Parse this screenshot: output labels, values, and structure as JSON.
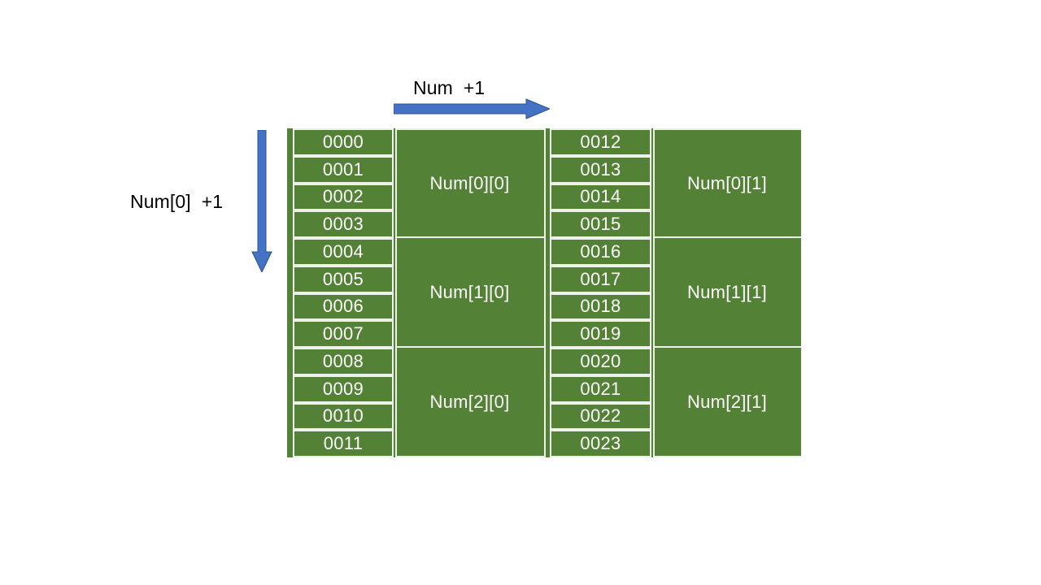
{
  "diagram": {
    "title_horizontal": "Num  +1",
    "title_vertical": "Num[0]  +1",
    "colors": {
      "cell_fill": "#538135",
      "grid_line": "#eef0ea",
      "arrow_fill": "#4472c4",
      "arrow_stroke": "#2f528f",
      "text_on_cell": "#ffffff",
      "label_text": "#000000",
      "background": "#ffffff"
    },
    "arrows": [
      {
        "name": "horizontal-arrow",
        "direction": "right",
        "label": "Num  +1"
      },
      {
        "name": "vertical-arrow",
        "direction": "down",
        "label": "Num[0]  +1"
      }
    ],
    "columns": [
      {
        "name": "address-column-left",
        "type": "addresses"
      },
      {
        "name": "merged-column-left",
        "type": "labels"
      },
      {
        "name": "address-column-right",
        "type": "addresses"
      },
      {
        "name": "merged-column-right",
        "type": "labels"
      }
    ],
    "addresses_left": [
      "0000",
      "0001",
      "0002",
      "0003",
      "0004",
      "0005",
      "0006",
      "0007",
      "0008",
      "0009",
      "0010",
      "0011"
    ],
    "addresses_right": [
      "0012",
      "0013",
      "0014",
      "0015",
      "0016",
      "0017",
      "0018",
      "0019",
      "0020",
      "0021",
      "0022",
      "0023"
    ],
    "labels_left": [
      "Num[0][0]",
      "Num[1][0]",
      "Num[2][0]"
    ],
    "labels_right": [
      "Num[0][1]",
      "Num[1][1]",
      "Num[2][1]"
    ],
    "rows_per_group": 4,
    "group_count": 3
  }
}
